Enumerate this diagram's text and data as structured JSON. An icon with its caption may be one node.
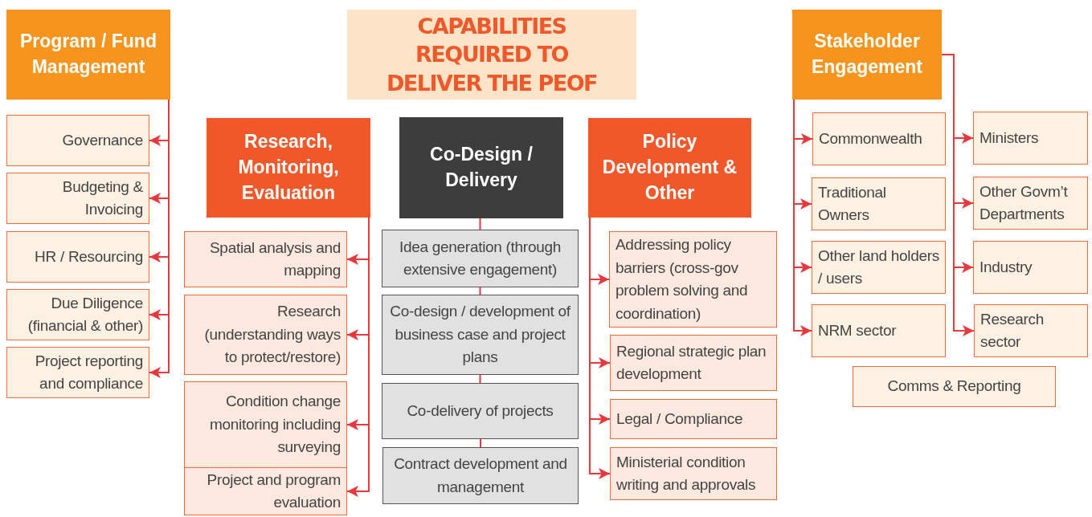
{
  "diagram": {
    "title": "CAPABILITIES REQUIRED TO DELIVER THE PEOF",
    "nodes": [
      {
        "text": [
          "Program / Fund Management"
        ]
      },
      {
        "text": [
          "Governance"
        ]
      },
      {
        "text": [
          "Budgeting & Invoicing"
        ]
      },
      {
        "text": [
          "HR / Resourcing"
        ]
      },
      {
        "text": [
          "Due Diligence (financial & other)"
        ]
      },
      {
        "text": [
          "Project reporting and compliance"
        ]
      },
      {
        "text": [
          "Research, Monitoring, Evaluation"
        ]
      },
      {
        "text": [
          "Spatial analysis and mapping"
        ]
      },
      {
        "text": [
          "Research (understanding ways to protect/restore)"
        ]
      },
      {
        "text": [
          "Condition change monitoring including surveying"
        ]
      },
      {
        "text": [
          "Project and program evaluation"
        ]
      },
      {
        "text": [
          "Co-Design / Delivery"
        ]
      },
      {
        "text": [
          "Idea generation (through extensive engagement)"
        ]
      },
      {
        "text": [
          "Co-design / development of business case and project plans"
        ]
      },
      {
        "text": [
          "Co-delivery of projects"
        ]
      },
      {
        "text": [
          "Contract development and management"
        ]
      },
      {
        "text": [
          "Policy Development & Other"
        ]
      },
      {
        "text": [
          "Addressing policy barriers (cross-gov problem solving and coordination)"
        ]
      },
      {
        "text": [
          "Regional strategic plan development"
        ]
      },
      {
        "text": [
          "Legal / Compliance"
        ]
      },
      {
        "text": [
          "Ministerial condition writing and approvals"
        ]
      },
      {
        "text": [
          "Stakeholder Engagement"
        ]
      },
      {
        "text": [
          "Commonwealth"
        ]
      },
      {
        "text": [
          "Traditional Owners"
        ]
      },
      {
        "text": [
          "Other land holders / users"
        ]
      },
      {
        "text": [
          "NRM sector"
        ]
      },
      {
        "text": [
          "Ministers"
        ]
      },
      {
        "text": [
          "Other Govm’t Departments"
        ]
      },
      {
        "text": [
          "Industry"
        ]
      },
      {
        "text": [
          "Research sector"
        ]
      },
      {
        "text": [
          "Comms & Reporting"
        ]
      }
    ],
    "edges": [
      {
        "from": 0,
        "to": 1,
        "arrow": "to"
      },
      {
        "from": 0,
        "to": 2,
        "arrow": "to"
      },
      {
        "from": 0,
        "to": 3,
        "arrow": "to"
      },
      {
        "from": 0,
        "to": 4,
        "arrow": "to"
      },
      {
        "from": 0,
        "to": 5,
        "arrow": "to"
      },
      {
        "from": 6,
        "to": 7,
        "arrow": "to"
      },
      {
        "from": 6,
        "to": 8,
        "arrow": "to"
      },
      {
        "from": 6,
        "to": 9,
        "arrow": "to"
      },
      {
        "from": 6,
        "to": 10,
        "arrow": "to"
      },
      {
        "from": 11,
        "to": 12,
        "arrow": "none"
      },
      {
        "from": 12,
        "to": 13,
        "arrow": "none"
      },
      {
        "from": 13,
        "to": 14,
        "arrow": "none"
      },
      {
        "from": 14,
        "to": 15,
        "arrow": "none"
      },
      {
        "from": 16,
        "to": 17,
        "arrow": "to"
      },
      {
        "from": 16,
        "to": 18,
        "arrow": "to"
      },
      {
        "from": 16,
        "to": 19,
        "arrow": "to"
      },
      {
        "from": 16,
        "to": 20,
        "arrow": "to"
      },
      {
        "from": 21,
        "to": 22,
        "arrow": "to"
      },
      {
        "from": 21,
        "to": 23,
        "arrow": "to"
      },
      {
        "from": 21,
        "to": 24,
        "arrow": "to"
      },
      {
        "from": 21,
        "to": 25,
        "arrow": "to"
      },
      {
        "from": 21,
        "to": 26,
        "arrow": "to"
      },
      {
        "from": 21,
        "to": 27,
        "arrow": "to"
      },
      {
        "from": 21,
        "to": 28,
        "arrow": "to"
      },
      {
        "from": 21,
        "to": 29,
        "arrow": "to"
      }
    ]
  }
}
